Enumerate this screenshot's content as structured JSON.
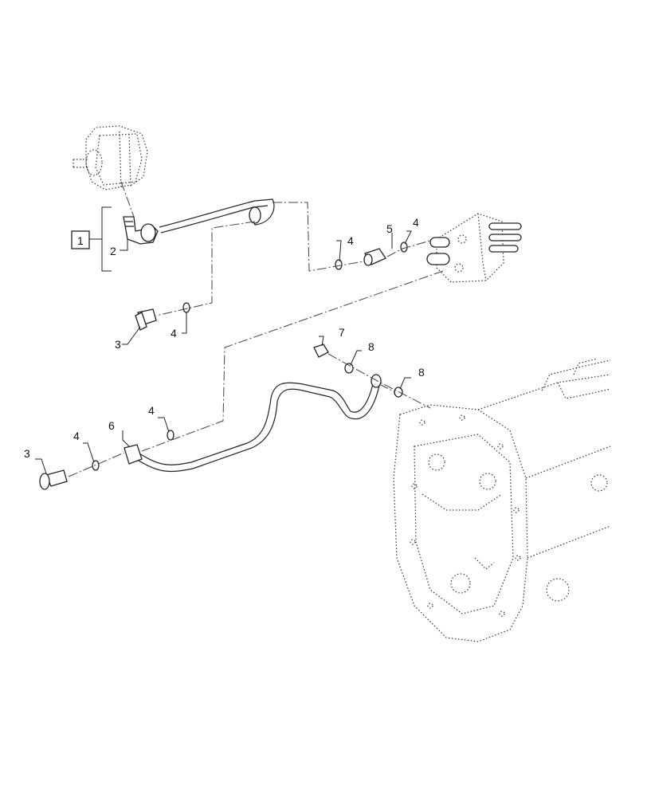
{
  "callouts": {
    "kit": "1",
    "elbow": "2",
    "bolt_upper": "3",
    "bolt_lower": "3",
    "washer_a": "4",
    "washer_b": "4",
    "washer_c": "4",
    "washer_d": "4",
    "washer_e": "4",
    "connector": "5",
    "tube_fitting": "6",
    "fitting_screw": "7",
    "seal_a": "8",
    "seal_b": "8"
  }
}
